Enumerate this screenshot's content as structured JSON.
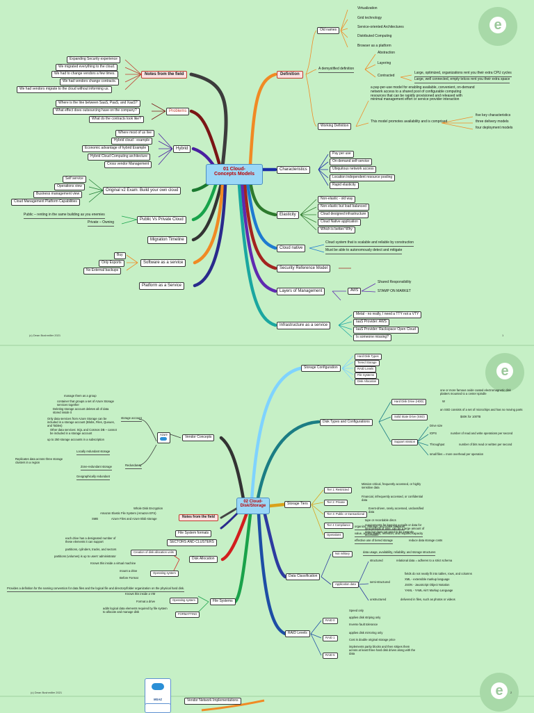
{
  "page1": {
    "center": "01 Cloud-\nConcepts Models",
    "footer_left": "(c) Dean Bushmiller 2021",
    "footer_right": "1",
    "left": {
      "notes_title": "Notes from the field",
      "notes": [
        "Expanding Security experience",
        "We migrated everything to the cloud.",
        "We had to change vendors a few times.",
        "We had vendors change contracts.",
        "We had vendors migrate to the cloud without informing us."
      ],
      "problems_title": "Problems",
      "problems": [
        "Where is the line between SaaS, PaaS, and XaaS?",
        "What effect does outsourcing have on the company?",
        "What do the contracts look like?"
      ],
      "hybrid_title": "Hybrid",
      "hybrid": [
        "Where most of us live",
        "Hybrid cloud - example",
        "Economic advantage of hybrid Example",
        "Hybrid Cloud Computing architecture",
        "Cross vendor Management"
      ],
      "exam_title": "Original v2 Exam: Build your own cloud",
      "exam": [
        "Self service",
        "Operations view",
        "Business management view",
        "Cloud Management Platform Capabilities"
      ],
      "pvp_title": "Public Vs Private Cloud",
      "pvp": [
        "Public – renting in the same building as you enemies",
        "Private – Owning"
      ],
      "migration_title": "Migration Timeline",
      "saas_title": "Software as a service",
      "saas": [
        "Buy",
        "Only Exports",
        "No External backups"
      ],
      "paas_title": "Platform as a Service"
    },
    "right": {
      "definition_title": "Definition",
      "old_names_title": "Old names",
      "old_names": [
        "Virtualization",
        "Grid technology",
        "Service-oriented Architectures",
        "Distributed Computing",
        "Browser as a platform"
      ],
      "demystified_title": "A demystified definition",
      "demystified": [
        "Abstraction",
        "Layering",
        "Contracted"
      ],
      "contracted": [
        "Large, optimized, organizations rent you their extra CPU cycles",
        "Large, well connected, empty telcos rent you their extra space"
      ],
      "working_title": "Working Definition",
      "working_text": "a pay-per-use model for enabling available, convenient, on-demand network access to a shared pool of configurable computing resources that can be rapidly provisioned and released with minimal management effort or service provider interaction",
      "promotes_text": "This model promotes availability and is comprised",
      "promotes_items": [
        "five key characteristics",
        "three delivery models",
        "four deployment models"
      ],
      "char_title": "Characteristics",
      "characteristics": [
        "Pay per use",
        "On-demand self-service",
        "Ubiquitous network access",
        "Location independent resource pooling",
        "Rapid elasticity"
      ],
      "elasticity_title": "Elasticity",
      "elasticity": [
        "Non-elastic - old way",
        "Non-elastic but load balanced",
        "Cloud designed infrastructure",
        "Cloud Native application",
        "Which is better/ Why"
      ],
      "native_title": "Cloud native",
      "native": [
        "Cloud system that is scalable and reliable by construction",
        "Must be able to autonomously detect and mitigate"
      ],
      "srm_title": "Security Reference Model",
      "layers_title": "Layers of Management",
      "aws": "AWS",
      "aws_items": [
        "Shared Responsibility",
        "STAMP ON MARKET"
      ],
      "iaas_title": "Infrastructure as a service",
      "iaas": [
        "Metal - no really, I need a TTY not a VTY",
        "IaaS Provider: AWS",
        "IaaS Provider: Rackspace Open Cloud",
        "Is someone missing?"
      ]
    }
  },
  "page2": {
    "center": "02 Cloud-\nDisk/Storage",
    "footer_left": "(c) Dean Bushmiller 2021",
    "footer_right": "2",
    "storage_config_title": "Storage Configuration",
    "storage_config": [
      "Hard Disk Types",
      "Tiered Storage",
      "RAID Levels",
      "File Systems",
      "Disk Allocation"
    ],
    "disk_types_title": "Disk Types and Configurations",
    "hdd_title": "Hard Disk Drive (HDD)",
    "hdd_text": "one or more famous oxide coated electromagnetic disk platters mounted to a center spindle",
    "hdd_w": "W",
    "ssd_title": "Solid State Drive (SSD)",
    "ssd_text": "an SSD consists of a set of microchips and has no moving parts",
    "ssd_price": "$40K for 100TB",
    "support_title": "Support mission",
    "support": [
      "Drive size",
      "IOPS",
      "Throughput",
      "small files = more overhead per operation"
    ],
    "iops_text": "number of read and write operations per second",
    "throughput_text": "number of bits read or written per second",
    "vendor_title": "Vendor Concepts",
    "azure": "Azure",
    "storage_account": "storage account",
    "storage_items": [
      "manage them as a group",
      "container that groups a set of Azure Storage services together",
      "Deleting storage account deletes all of data stored inside it",
      "Only data services from Azure Storage can be included in a storage account (Blobs, Files, Queues, and Tables)",
      "Other data services: SQL and Cosmos DB – cannot be included in a storage account",
      "up to 250 storage accounts in a subscription"
    ],
    "redundancy": "Redundancy",
    "redundancy_items": [
      "Locally redundant storage",
      "Zone-redundant storage",
      "Geographically redundant"
    ],
    "zone_text": "Replicates data across three storage clusters in a region",
    "notes_title": "Notes from the field",
    "notes": [
      "Whole Disk Encryption",
      "Amazon Elastic File System (Amazon EFS)",
      "Azure Files and Azure Blob storage"
    ],
    "smb": "SMB",
    "fs_formats_title": "File System formats",
    "sectors_title": "SECTORS AND CLUSTERS",
    "tiers_title": "Storage Tiers",
    "tiers": [
      "Tier 1: Restricted",
      "Tier 2: Private",
      "Tier 3: Public or transactional",
      "Tier 4 Compliance",
      "Operations"
    ],
    "tier_text": [
      "Mission-critical, frequently accessed, or highly sensitive data",
      "Financial, infrequently accessed, or confidential data",
      "Event-driven, rarely accessed, unclassified data",
      "tape or recordable discs",
      "requirements for keeping e-mails or data for long periods of time, can be a large amount of data but does not need to be instantly accessible"
    ],
    "operations_text": [
      "organize, manage, and make available",
      "value, access levels, retention, and required capacity",
      "effective use of tiered storage"
    ],
    "reduce_text": "reduce data storage costs",
    "alloc_title": "Disk Allocation",
    "alloc_sub": "Creation of disk allocation units",
    "alloc_items": [
      "each drive has a designated number of these elements it can support",
      "partitions, cylinders, tracks, and sectors",
      "partitions (volumes) is up to users' administrator"
    ],
    "os_system": "Operating system",
    "os_items": [
      "Knows this inside a virtual machine",
      "mount a drive",
      "Before Format"
    ],
    "classification_title": "Data Classification",
    "not_military": "Not military",
    "not_military_text": "data usage, availability, reliability, and storage structures",
    "app_data": "Application data",
    "structured": "structured",
    "structured_text": "relational data = adheres to a strict schema",
    "semistructured": "semi-structured",
    "semi_items": [
      "fields do not neatly fit into tables, rows, and columns",
      "XML - extensible markup language",
      "JSON - JavaScript Object Notation",
      "YAML - YAML Ain't Markup Language"
    ],
    "unstructured": "unstructured",
    "unstructured_text": "delivered in files, such as photos or videos",
    "fs_title": "File Systems",
    "fs_def": "Provides a definition for the naming convention for data files and the logical file and directory/folder organization on the physical hard disk.",
    "fs_os": "Operating system",
    "fs_os_items": [
      "Knows this inside a VM",
      "Format a drive"
    ],
    "formatting": "FORMATTING",
    "formatting_text": "adds logical data elements required by file system to allocate and manage disk",
    "raid_title": "RAID Levels",
    "raid": [
      "RAID 0",
      "RAID 1",
      "RAID 5"
    ],
    "raid_items": [
      "Speed only",
      "applies disk striping only",
      "Inverse fault tolerance",
      "applies disk mirroring only",
      "Cost is double original storage price",
      "implements parity blocks and then stripes them across at least three hard disk drives along with the data"
    ]
  },
  "page3": {
    "vendor_network_title": "Vendor Network Implementations",
    "msaz": "MSAZ"
  }
}
